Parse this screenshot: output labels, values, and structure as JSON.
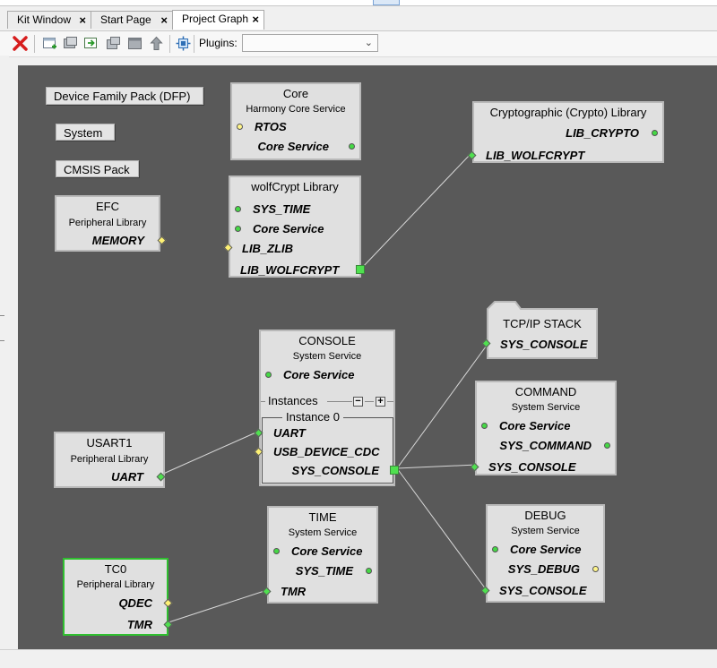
{
  "tabs": [
    {
      "label": "Kit Window"
    },
    {
      "label": "Start Page"
    },
    {
      "label": "Project Graph"
    }
  ],
  "toolbar": {
    "plugins_label": "Plugins:",
    "plugins_value": ""
  },
  "labels": {
    "dfp": "Device Family Pack (DFP)",
    "system": "System",
    "cmsis": "CMSIS Pack"
  },
  "nodes": {
    "core": {
      "title": "Core",
      "subtitle": "Harmony Core Service",
      "ports": [
        "RTOS",
        "Core Service"
      ]
    },
    "efc": {
      "title": "EFC",
      "subtitle": "Peripheral Library",
      "ports": [
        "MEMORY"
      ]
    },
    "wolfcrypt": {
      "title": "wolfCrypt Library",
      "ports": [
        "SYS_TIME",
        "Core Service",
        "LIB_ZLIB",
        "LIB_WOLFCRYPT"
      ]
    },
    "crypto": {
      "title": "Cryptographic (Crypto) Library",
      "ports": [
        "LIB_CRYPTO",
        "LIB_WOLFCRYPT"
      ]
    },
    "tcpip": {
      "title": "TCP/IP STACK",
      "ports": [
        "SYS_CONSOLE"
      ]
    },
    "console": {
      "title": "CONSOLE",
      "subtitle": "System Service",
      "ports": [
        "Core Service"
      ],
      "instances_label": "Instances",
      "instance_label": "Instance 0",
      "instance_ports": [
        "UART",
        "USB_DEVICE_CDC",
        "SYS_CONSOLE"
      ]
    },
    "command": {
      "title": "COMMAND",
      "subtitle": "System Service",
      "ports": [
        "Core Service",
        "SYS_COMMAND",
        "SYS_CONSOLE"
      ]
    },
    "usart1": {
      "title": "USART1",
      "subtitle": "Peripheral Library",
      "ports": [
        "UART"
      ]
    },
    "time": {
      "title": "TIME",
      "subtitle": "System Service",
      "ports": [
        "Core Service",
        "SYS_TIME",
        "TMR"
      ]
    },
    "debug": {
      "title": "DEBUG",
      "subtitle": "System Service",
      "ports": [
        "Core Service",
        "SYS_DEBUG",
        "SYS_CONSOLE"
      ]
    },
    "tc0": {
      "title": "TC0",
      "subtitle": "Peripheral Library",
      "ports": [
        "QDEC",
        "TMR"
      ]
    }
  },
  "icons": {
    "delete": "red-x-icon",
    "add": "add-component-icon",
    "group": "group-icon",
    "export": "export-icon",
    "ungroup": "ungroup-icon",
    "arrange": "arrange-icon",
    "up": "up-arrow-icon",
    "fit": "fit-view-icon"
  },
  "colors": {
    "canvas": "#595959",
    "node": "#e0e0e0",
    "selected_border": "#2fbf2f",
    "wire": "#d8d8d8"
  }
}
